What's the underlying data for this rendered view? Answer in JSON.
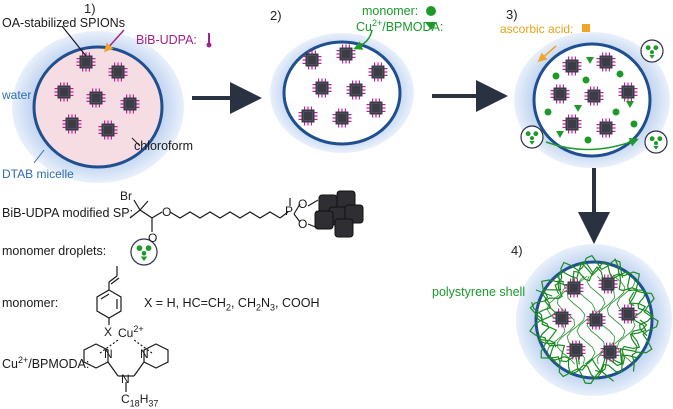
{
  "steps": {
    "s1": "1)",
    "s2": "2)",
    "s3": "3)",
    "s4": "4)"
  },
  "labels": {
    "spions": "OA-stabilized SPIONs",
    "bib_udpa": "BiB-UDPA:",
    "water": "water",
    "micelle": "DTAB micelle",
    "chloroform": "chloroform",
    "monomer": "monomer:",
    "cu_prefix": "Cu",
    "cu_sup": "2+",
    "cu_suffix": "/BPMODA:",
    "ascorbic": "ascorbic acid:",
    "shell": "polystyrene shell"
  },
  "legend": {
    "modified_sp": "BiB-UDPA modified SP:",
    "droplets": "monomer droplets:",
    "monomer": "monomer:",
    "x_variants": "X = H, HC=CH",
    "x_sub2": "2",
    "x_rest1": ", CH",
    "x_sub3": "2",
    "x_rest2": "N",
    "x_sub4": "3",
    "x_rest3": ", COOH",
    "cu_prefix": "Cu",
    "cu_sup": "2+",
    "cu_suffix": "/BPMODA:"
  },
  "chem_text": {
    "br": "Br",
    "o1": "O",
    "o2": "O",
    "p": "P",
    "po1": "O",
    "po2": "O",
    "x": "X",
    "cu": "Cu",
    "cu_sup": "2+",
    "n1": "N",
    "n2": "N",
    "n3": "N",
    "c": "C",
    "c_sub1": "18",
    "h": "H",
    "h_sub": "37"
  },
  "colors": {
    "water_halo": "#9fbde8",
    "micelle_border": "#1f4f8f",
    "chloroform_fill": "#f5dde3",
    "nanoparticle": "#3c3c46",
    "ligand": "#c2229e",
    "monomer_green": "#1f9a2a",
    "ascorbic_orange": "#f0a428",
    "arrow": "#2a3242",
    "shell_green": "#1a8a22"
  }
}
